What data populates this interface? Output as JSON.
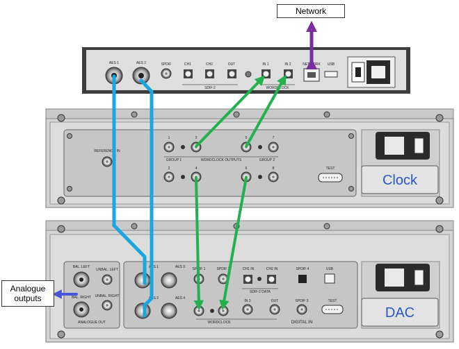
{
  "callouts": {
    "network": "Network",
    "analogue_outputs": "Analogue outputs"
  },
  "streamer": {
    "labels": {
      "aes1": "AES 1",
      "aes2": "AES 2",
      "spdif": "SPDIF",
      "ch1": "CH1",
      "ch2": "CH2",
      "out": "OUT",
      "sdif2": "SDIF-2",
      "in1": "IN 1",
      "in2": "IN 2",
      "wordclock": "WORDCLOCK",
      "network": "NETWORK",
      "usb": "USB"
    }
  },
  "clock": {
    "name": "Clock",
    "labels": {
      "reference_in": "REFERENCE IN",
      "n1": "1",
      "n2": "2",
      "n3": "3",
      "n4": "4",
      "n5": "5",
      "n6": "6",
      "n7": "7",
      "n8": "8",
      "group1": "GROUP 1",
      "group2": "GROUP 2",
      "wordclock_outputs": "WORDCLOCK OUTPUTS",
      "test": "TEST"
    }
  },
  "dac": {
    "name": "DAC",
    "labels": {
      "bal_left": "BAL. LEFT",
      "unbal_left": "UNBAL. LEFT",
      "bal_right": "BAL. RIGHT",
      "unbal_right": "UNBAL. RIGHT",
      "analogue_out": "ANALOGUE OUT",
      "aes1": "AES 1",
      "aes2": "AES 2",
      "aes3": "AES 3",
      "aes4": "AES 4",
      "spdif1": "SPDIF 1",
      "spdif2": "SPDIF 2",
      "ch1_in": "CH1 IN",
      "ch2_in": "CH2 IN",
      "sdif2_data": "SDIF-2 DATA",
      "spdif4": "SPDIF 4",
      "usb": "USB",
      "wc_in": "IN",
      "in3": "IN 3",
      "wc_out": "OUT",
      "spdif3": "SPDIF 3",
      "test": "TEST",
      "wordclock": "WORDCLOCK",
      "digital_in": "DIGITAL IN"
    }
  },
  "colors": {
    "aes_cable": "#1aa7e0",
    "wordclock_cable": "#23b14d",
    "network_arrow": "#7a2e9e",
    "output_arrow": "#4a56d8",
    "panel": "#d9d9d9",
    "panel_dark": "#c3c3c3",
    "device_label_box": "#e3e3e3",
    "device_label_text": "#2a56c6"
  }
}
